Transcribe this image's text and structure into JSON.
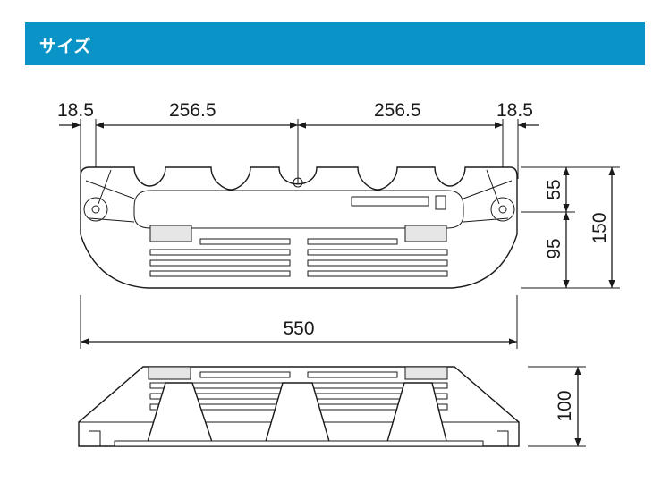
{
  "header": {
    "title": "サイズ"
  },
  "colors": {
    "header_bg": "#0a93c6",
    "header_text": "#ffffff",
    "line": "#1a1a1a"
  },
  "dimensions": {
    "top_left_margin": "18.5",
    "top_left_span": "256.5",
    "top_right_span": "256.5",
    "top_right_margin": "18.5",
    "side_upper": "55",
    "side_lower": "95",
    "side_total": "150",
    "width_total": "550",
    "height_front": "100"
  }
}
